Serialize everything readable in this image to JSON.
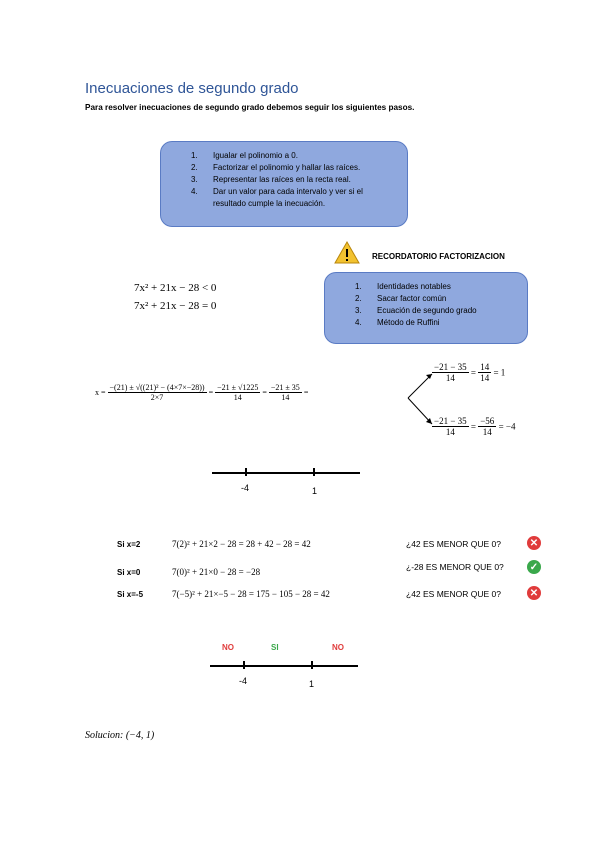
{
  "title": "Inecuaciones de segundo grado",
  "subtitle": "Para resolver inecuaciones de segundo grado debemos seguir los siguientes pasos.",
  "steps": [
    {
      "num": "1.",
      "text": "Igualar el polinomio a 0."
    },
    {
      "num": "2.",
      "text": "Factorizar el polinomio y hallar las raíces."
    },
    {
      "num": "3.",
      "text": "Representar las raíces en la recta real."
    },
    {
      "num": "4.",
      "text": "Dar un valor para cada intervalo y ver si el resultado cumple la inecuación."
    }
  ],
  "reminder": {
    "heading": "RECORDATORIO FACTORIZACION",
    "icon": "warning-icon",
    "items": [
      {
        "num": "1.",
        "text": "Identidades notables"
      },
      {
        "num": "2.",
        "text": "Sacar factor común"
      },
      {
        "num": "3.",
        "text": "Ecuación de segundo grado"
      },
      {
        "num": "4.",
        "text": "Método de Ruffini"
      }
    ]
  },
  "equations": {
    "inequality": "7x² + 21x − 28 < 0",
    "equality": "7x² + 21x − 28 = 0"
  },
  "formula": {
    "lhs": "x =",
    "num1": "−(21) ± √((21)² − (4×7×−28))",
    "den1": "2×7",
    "eq1": "=",
    "num2": "−21 ± √1225",
    "den2": "14",
    "eq2": "=",
    "num3": "−21 ± 35",
    "den3": "14",
    "eq3": "=",
    "branch1": {
      "num": "−21 − 35",
      "den": "14",
      "op": "=",
      "num2": "14",
      "den2": "14",
      "result": "= 1"
    },
    "branch2": {
      "num": "−21 − 35",
      "den": "14",
      "op": "=",
      "num2": "−56",
      "den2": "14",
      "result": "= −4"
    }
  },
  "number_line_1": {
    "labels": [
      "-4",
      "1"
    ]
  },
  "tests": [
    {
      "label": "Si x=2",
      "expr": "7(2)² + 21×2 − 28 = 28 + 42 − 28 = 42",
      "question": "¿42 ES MENOR QUE 0?",
      "status": "no",
      "icon": "cross-icon"
    },
    {
      "label": "Si x=0",
      "expr": "7(0)² + 21×0 − 28 = −28",
      "question": "¿-28 ES MENOR QUE 0?",
      "status": "yes",
      "icon": "check-icon"
    },
    {
      "label": "Si x=-5",
      "expr": "7(−5)² + 21×−5 − 28 = 175 − 105 − 28 = 42",
      "question": "¿42 ES MENOR QUE 0?",
      "status": "no",
      "icon": "cross-icon"
    }
  ],
  "number_line_2": {
    "labels": [
      "-4",
      "1"
    ],
    "intervals": [
      {
        "text": "NO",
        "color": "#e03b3b"
      },
      {
        "text": "SI",
        "color": "#3aa84b"
      },
      {
        "text": "NO",
        "color": "#e03b3b"
      }
    ]
  },
  "solution": "Solucion: (−4, 1)",
  "colors": {
    "title": "#2f5597",
    "box": "#8fa8de",
    "no": "#e03b3b",
    "yes": "#3aa84b",
    "warning": "#f2c230"
  }
}
